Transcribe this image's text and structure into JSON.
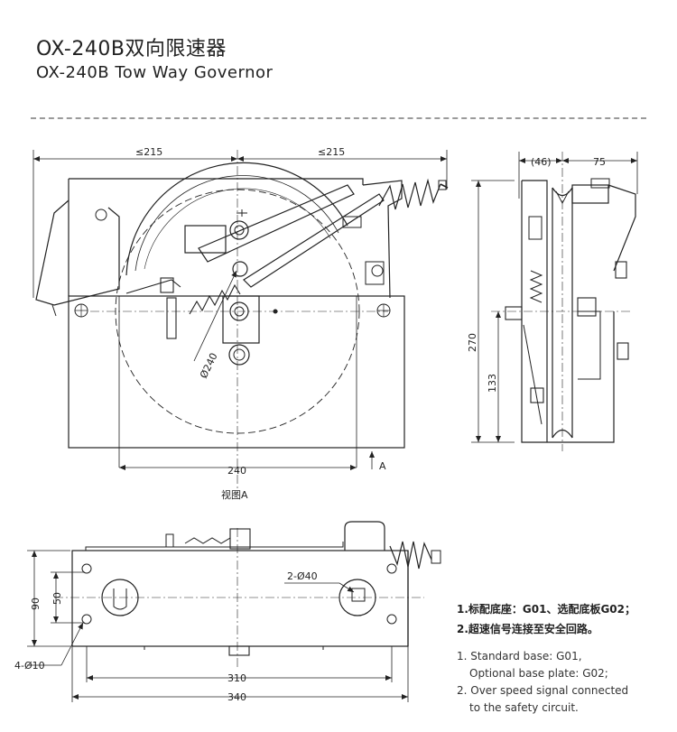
{
  "header": {
    "title_cn": "OX-240B双向限速器",
    "title_en": "OX-240B Tow Way Governor"
  },
  "front_view": {
    "dim_left": "≤215",
    "dim_right": "≤215",
    "dim_width": "240",
    "dim_diameter": "Ø240",
    "arrow_label": "A",
    "caption": "视图A"
  },
  "side_view": {
    "dim_offset": "(46)",
    "dim_depth": "75",
    "dim_height": "270",
    "dim_center": "133"
  },
  "bottom_view": {
    "dim_hole_spacing": "50",
    "dim_base_depth": "90",
    "dim_slots": "2-Ø40",
    "dim_mount_holes": "4-Ø10",
    "dim_hole_span": "310",
    "dim_base_length": "340"
  },
  "notes": {
    "cn_1": "1.标配底座：G01、选配底板G02；",
    "cn_2": "2.超速信号连接至安全回路。",
    "en_1a": "1. Standard base: G01,",
    "en_1b": "Optional base plate: G02;",
    "en_2a": "2. Over speed signal connected",
    "en_2b": "to the safety circuit."
  }
}
